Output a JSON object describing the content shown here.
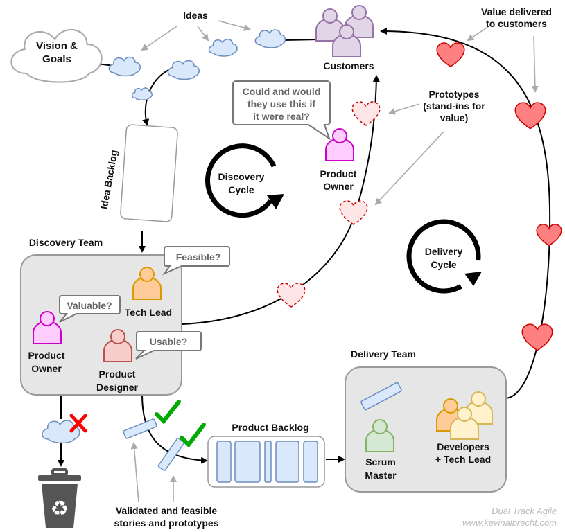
{
  "ideas": "Ideas",
  "vision": [
    "Vision &",
    "Goals"
  ],
  "customers": "Customers",
  "value_delivered": [
    "Value delivered",
    "to customers"
  ],
  "bubble_customer": [
    "Could and would",
    "they use this if",
    "it were real?"
  ],
  "product_owner_top": [
    "Product",
    "Owner"
  ],
  "prototypes": [
    "Prototypes",
    "(stand-ins for",
    "value)"
  ],
  "idea_backlog": "Idea Backlog",
  "discovery_cycle": [
    "Discovery",
    "Cycle"
  ],
  "delivery_cycle": [
    "Delivery",
    "Cycle"
  ],
  "discovery_team": {
    "title": "Discovery Team",
    "feasible": "Feasible?",
    "tech_lead": "Tech Lead",
    "valuable": "Valuable?",
    "product_owner": [
      "Product",
      "Owner"
    ],
    "usable": "Usable?",
    "product_designer": [
      "Product",
      "Designer"
    ]
  },
  "product_backlog": "Product Backlog",
  "delivery_team": {
    "title": "Delivery Team",
    "scrum_master": [
      "Scrum",
      "Master"
    ],
    "developers": [
      "Developers",
      "+ Tech Lead"
    ]
  },
  "validated": [
    "Validated and feasible",
    "stories and prototypes"
  ],
  "watermark": [
    "Dual Track Agile",
    "www.kevinalbrecht.com"
  ],
  "colors": {
    "idea_cloud": "#dae8fc",
    "idea_cloud_stroke": "#6c8ebf",
    "customer": "#e1d5e7",
    "customer_stroke": "#9673a6",
    "product_owner": "#ffccff",
    "product_owner_stroke": "#cc00cc",
    "tech_lead": "#ffcc99",
    "tech_lead_stroke": "#d79b00",
    "designer": "#f8cecc",
    "designer_stroke": "#b85450",
    "scrum_master": "#d5e8d4",
    "scrum_master_stroke": "#82b366",
    "developer": "#fff2cc",
    "developer_stroke": "#d6b656",
    "heart": "#ff8080",
    "heart_stroke": "#cc0000",
    "check": "#00aa00",
    "reject": "#ff0000"
  }
}
